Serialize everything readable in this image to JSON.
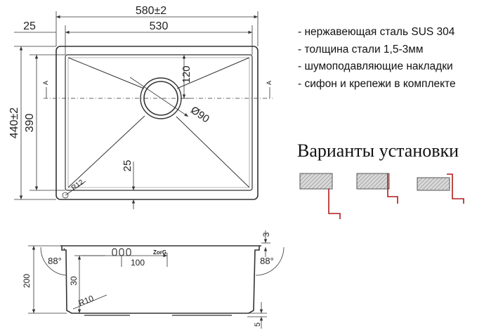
{
  "specs": [
    "- нержавеющая сталь SUS 304",
    "- толщина стали 1,5-3мм",
    "- шумоподавляющие накладки",
    "- сифон и крепежи в комплекте"
  ],
  "variants_title": "Варианты установки",
  "top_view": {
    "width_outer": "580±2",
    "width_inner": "530",
    "edge_offset": "25",
    "height_outer": "440±2",
    "height_inner": "390",
    "drain_offset_top": "120",
    "drain_diameter": "Ø90",
    "bottom_offset": "25",
    "corner_radius": "R12",
    "section_mark": "A"
  },
  "section_view": {
    "angle_left": "88°",
    "angle_right": "88°",
    "height": "200",
    "rim_thickness": "3",
    "base_height": "5",
    "overflow_height": "30",
    "overflow_spacing": "100",
    "inner_radius": "R10",
    "brand": "ZorG"
  },
  "colors": {
    "line": "#333333",
    "accent_red": "#b01a1a",
    "hatch": "#777777"
  }
}
